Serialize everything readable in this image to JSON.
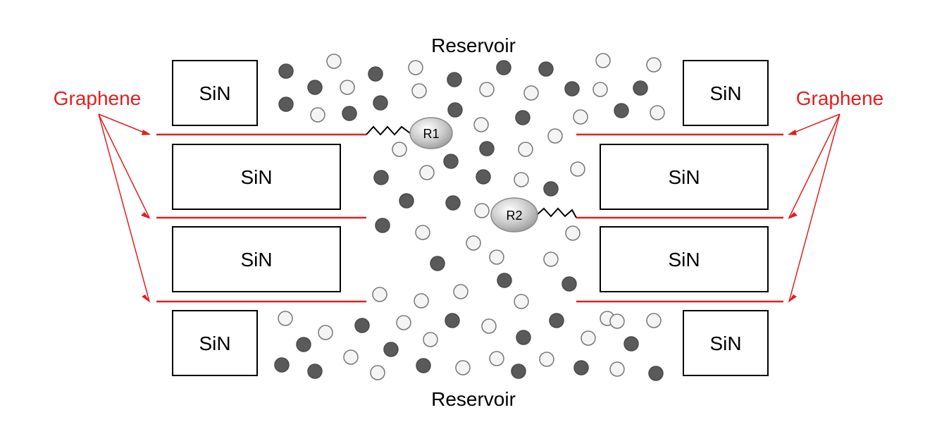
{
  "labels": {
    "reservoir_top": "Reservoir",
    "reservoir_bottom": "Reservoir",
    "graphene_left": "Graphene",
    "graphene_right": "Graphene",
    "sin": "SiN"
  },
  "receptors": {
    "r1": "R1",
    "r2": "R2"
  },
  "colors": {
    "graphene": "#e02020",
    "ion_dark": "#5a5a5a",
    "ion_light": "#f4f4f4",
    "box_border": "#000000"
  }
}
